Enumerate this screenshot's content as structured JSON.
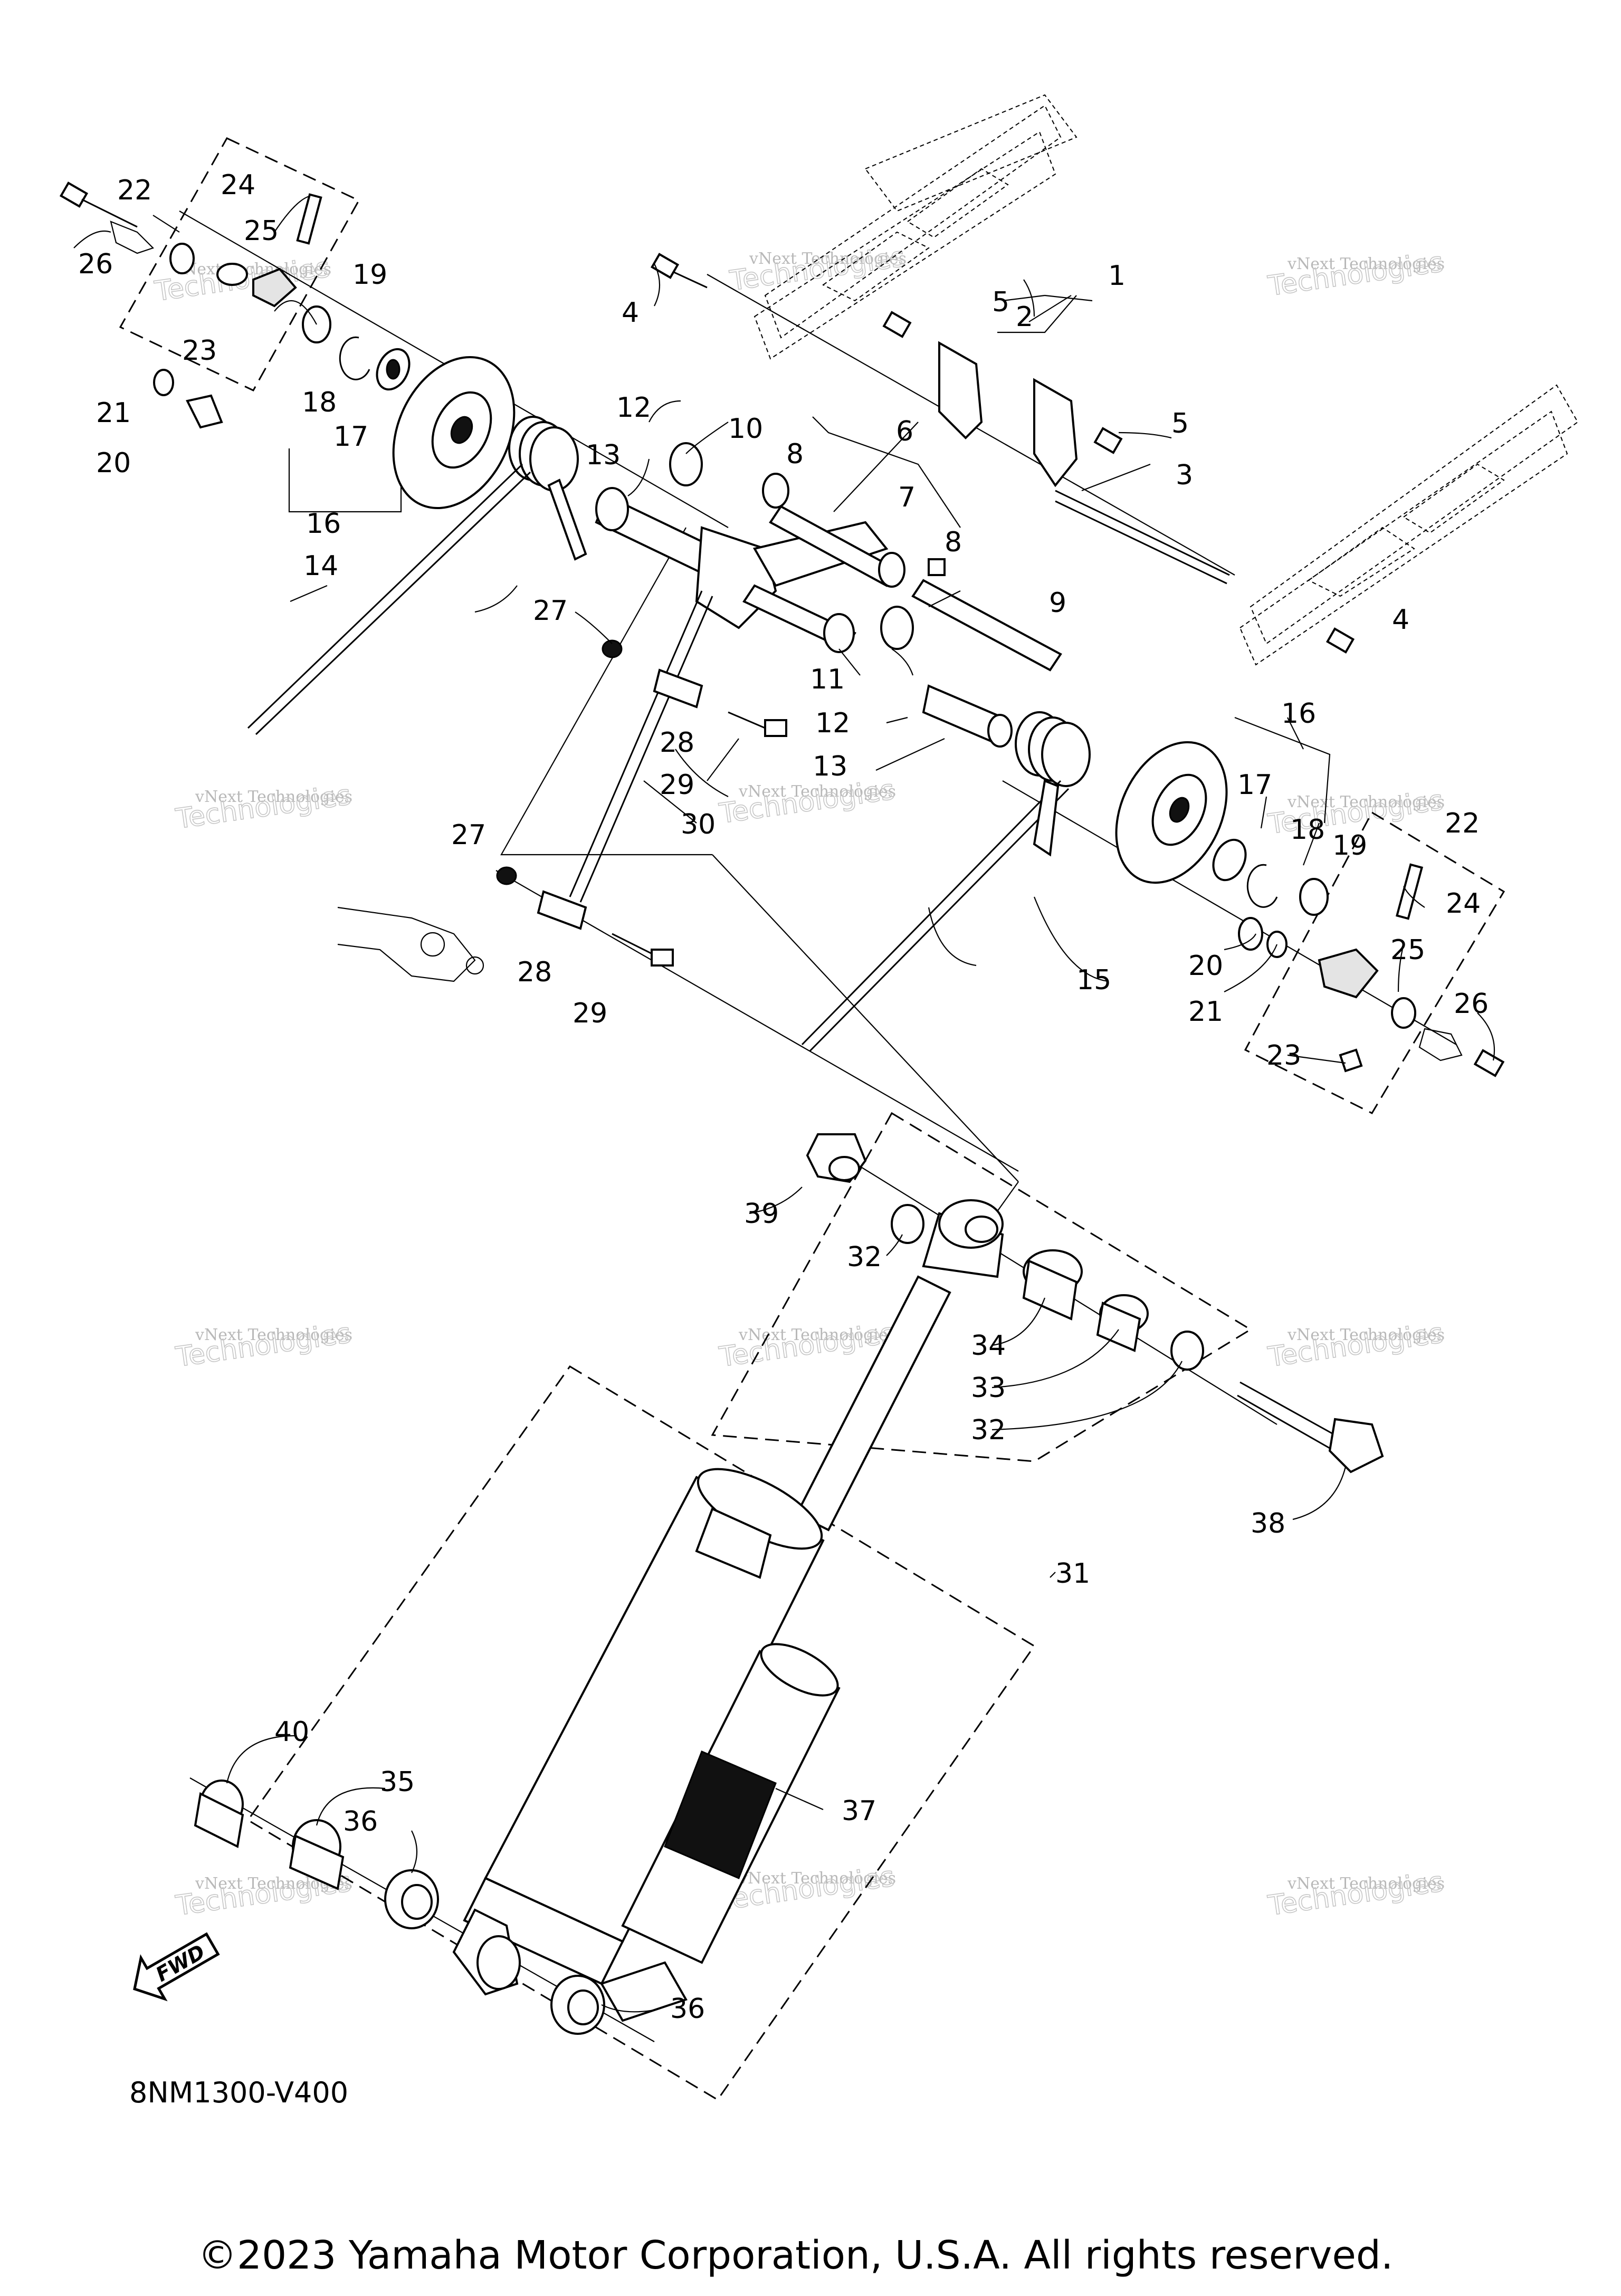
{
  "diagram": {
    "callouts": [
      "1",
      "2",
      "3",
      "4",
      "5",
      "6",
      "7",
      "8",
      "9",
      "10",
      "11",
      "12",
      "13",
      "14",
      "15",
      "16",
      "17",
      "18",
      "19",
      "20",
      "21",
      "22",
      "23",
      "24",
      "25",
      "26",
      "27",
      "28",
      "29",
      "30",
      "31",
      "32",
      "33",
      "34",
      "35",
      "36",
      "37",
      "38",
      "39",
      "40"
    ],
    "watermark_line1": "vNext Technologies",
    "watermark_line2": "Technologies",
    "fwd_label": "FWD",
    "part_code": "8NM1300-V400",
    "copyright": "©2023 Yamaha Motor Corporation, U.S.A. All rights reserved."
  }
}
